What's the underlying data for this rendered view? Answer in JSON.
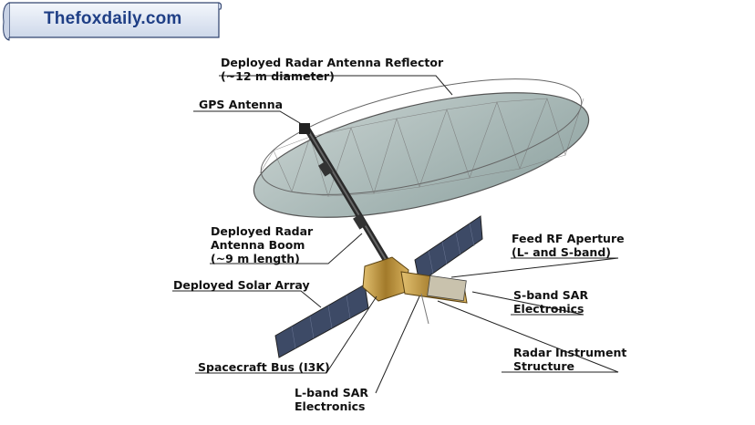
{
  "banner": {
    "site": "Thefoxdaily.com"
  },
  "labels": {
    "reflector_l1": "Deployed Radar Antenna Reflector",
    "reflector_l2": "(~12 m diameter)",
    "gps": "GPS Antenna",
    "boom_l1": "Deployed Radar",
    "boom_l2": "Antenna Boom",
    "boom_l3": "(~9 m length)",
    "solar": "Deployed Solar Array",
    "bus": "Spacecraft Bus (I3K)",
    "lband_l1": "L-band SAR",
    "lband_l2": "Electronics",
    "feed_l1": "Feed RF Aperture",
    "feed_l2": "(L- and S-band)",
    "sband_l1": "S-band SAR",
    "sband_l2": "Electronics",
    "radar_l1": "Radar Instrument",
    "radar_l2": "Structure"
  },
  "colors": {
    "banner_text": "#1f3f86",
    "banner_fill": "#e6ecf6",
    "reflector": "#8fa6a3",
    "solar": "#3d4a66",
    "bus": "#b8903a"
  }
}
